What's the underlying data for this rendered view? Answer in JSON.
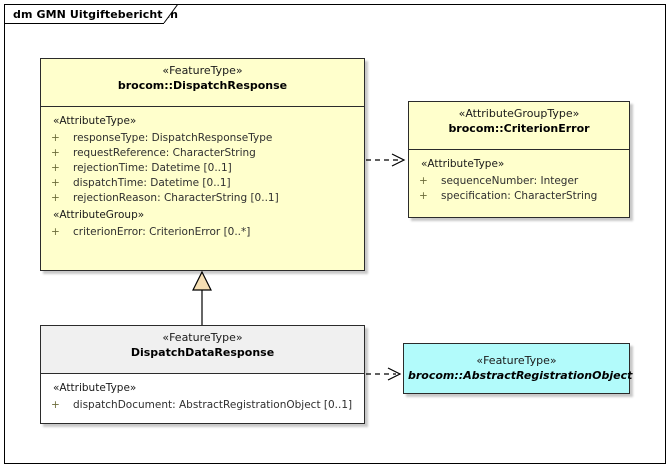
{
  "diagram": {
    "tab_label": "dm GMN Uitgifteberichten",
    "type": "uml-class-diagram",
    "background": "#ffffff",
    "frame_color": "#000000"
  },
  "colors": {
    "feature_type_fill": "#ffffcc",
    "attribute_group_type_fill": "#ffffcc",
    "abstract_fill": "#b2fbfb",
    "local_class_header_fill": "#f0f0f0",
    "local_class_body_fill": "#ffffff",
    "border": "#2b2b2b",
    "generalization_arrow_fill": "#f5deb3"
  },
  "classes": {
    "dispatch_response": {
      "stereotype": "«FeatureType»",
      "name": "brocom::DispatchResponse",
      "groups": [
        {
          "label": "«AttributeType»",
          "attributes": [
            {
              "visibility": "+",
              "text": "responseType: DispatchResponseType"
            },
            {
              "visibility": "+",
              "text": "requestReference: CharacterString"
            },
            {
              "visibility": "+",
              "text": "rejectionTime: Datetime [0..1]"
            },
            {
              "visibility": "+",
              "text": "dispatchTime: Datetime [0..1]"
            },
            {
              "visibility": "+",
              "text": "rejectionReason: CharacterString [0..1]"
            }
          ]
        },
        {
          "label": "«AttributeGroup»",
          "attributes": [
            {
              "visibility": "+",
              "text": "criterionError: CriterionError [0..*]"
            }
          ]
        }
      ]
    },
    "criterion_error": {
      "stereotype": "«AttributeGroupType»",
      "name": "brocom::CriterionError",
      "groups": [
        {
          "label": "«AttributeType»",
          "attributes": [
            {
              "visibility": "+",
              "text": "sequenceNumber: Integer"
            },
            {
              "visibility": "+",
              "text": "specification: CharacterString"
            }
          ]
        }
      ]
    },
    "dispatch_data_response": {
      "stereotype": "«FeatureType»",
      "name": "DispatchDataResponse",
      "groups": [
        {
          "label": "«AttributeType»",
          "attributes": [
            {
              "visibility": "+",
              "text": "dispatchDocument: AbstractRegistrationObject [0..1]"
            }
          ]
        }
      ]
    },
    "abstract_registration_object": {
      "stereotype": "«FeatureType»",
      "name": "brocom::AbstractRegistrationObject",
      "groups": []
    }
  },
  "connectors": [
    {
      "id": "dep-dispatchresponse-criterionerror",
      "kind": "dependency",
      "style": "dashed-open-arrow",
      "source": "brocom::DispatchResponse",
      "target": "brocom::CriterionError"
    },
    {
      "id": "gen-dispatchdataresponse-dispatchresponse",
      "kind": "generalization",
      "style": "solid-hollow-triangle",
      "source": "DispatchDataResponse",
      "target": "brocom::DispatchResponse"
    },
    {
      "id": "dep-dispatchdataresponse-abstractregistrationobject",
      "kind": "dependency",
      "style": "dashed-open-arrow",
      "source": "DispatchDataResponse",
      "target": "brocom::AbstractRegistrationObject"
    }
  ]
}
